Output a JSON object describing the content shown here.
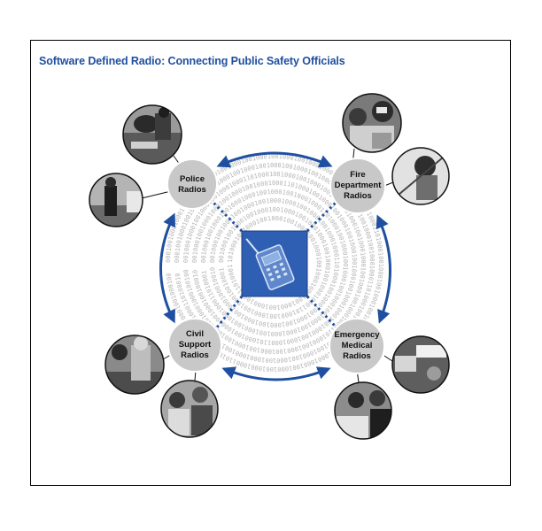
{
  "title": "Software Defined Radio: Connecting Public Safety Officials",
  "nodes": [
    {
      "id": "police",
      "lines": [
        "Police",
        "Radios"
      ]
    },
    {
      "id": "fire",
      "lines": [
        "Fire",
        "Department",
        "Radios"
      ]
    },
    {
      "id": "civil",
      "lines": [
        "Civil",
        "Support",
        "Radios"
      ]
    },
    {
      "id": "emergency",
      "lines": [
        "Emergency",
        "Medical",
        "Radios"
      ]
    }
  ],
  "binary_pattern": "1010001001000100100010010001001000100100010001001000100100010001",
  "colors": {
    "accent": "#1f4fa0",
    "node_fill": "#c8c8c8",
    "center_fill": "#2f5fb3"
  },
  "icons": [
    "handheld-radio-icon"
  ]
}
